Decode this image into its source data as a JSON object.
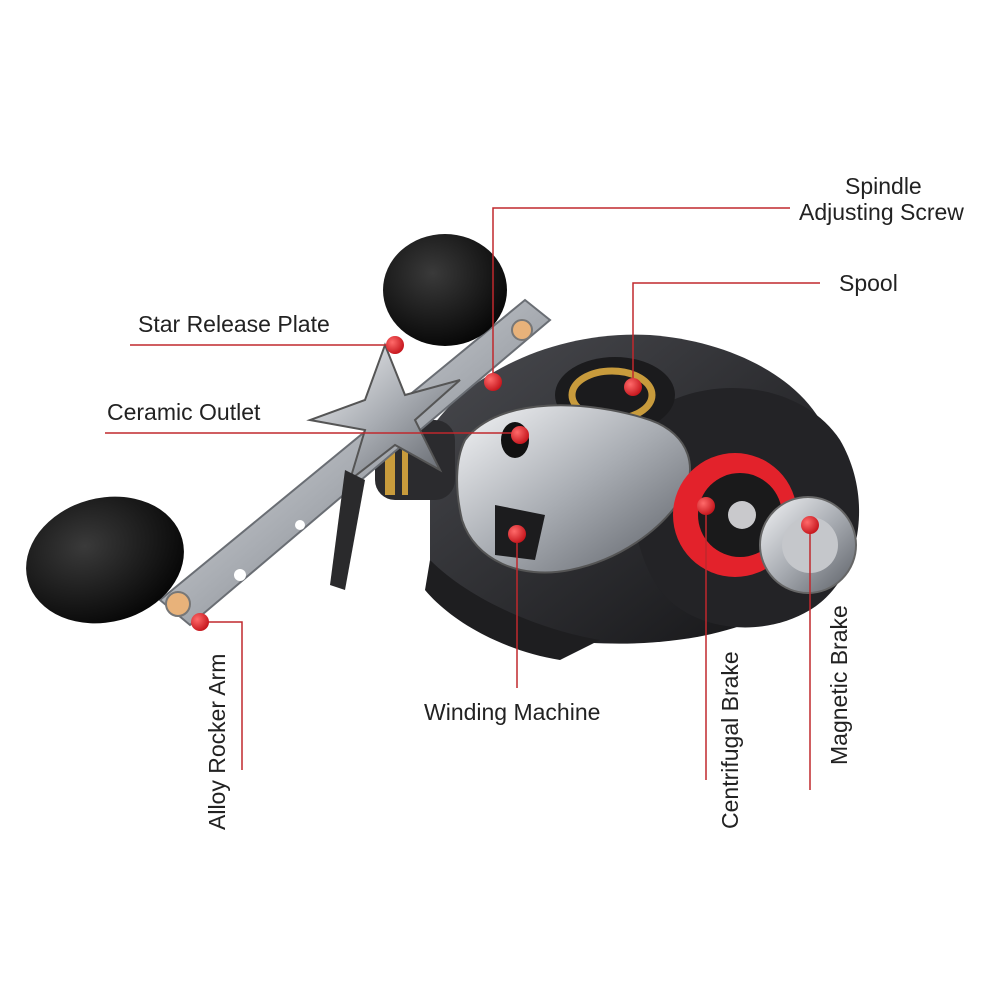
{
  "colors": {
    "leader": "#c0282d",
    "dot": "#e3222b",
    "knob": "#111111",
    "silver": "#b8bcc2",
    "body": "#2a2a2c",
    "gold": "#c89b3c",
    "brake_ring": "#e3222b"
  },
  "labels": {
    "spindle": "Spindle",
    "adjusting_screw": "Adjusting Screw",
    "spool": "Spool",
    "star_release_plate": "Star Release Plate",
    "ceramic_outlet": "Ceramic Outlet",
    "winding_machine": "Winding Machine",
    "alloy_rocker_arm": "Alloy Rocker Arm",
    "centrifugal_brake": "Centrifugal Brake",
    "magnetic_brake": "Magnetic Brake"
  }
}
